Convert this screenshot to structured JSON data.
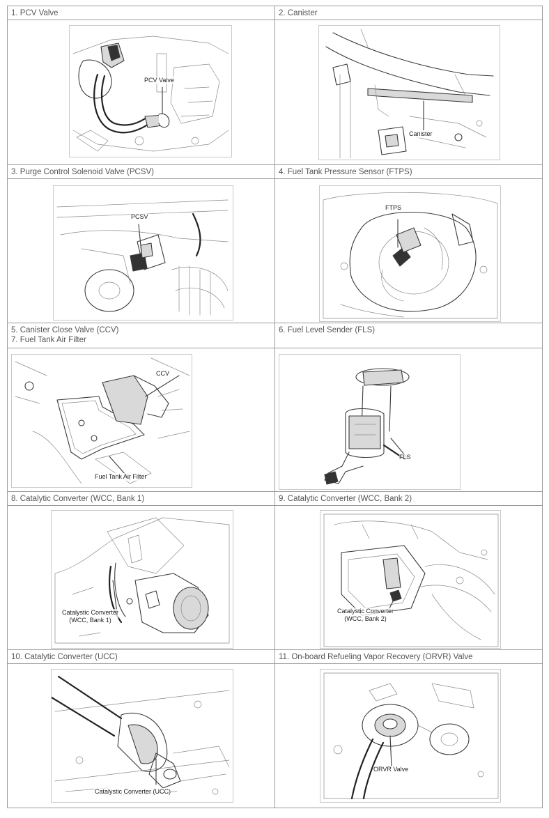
{
  "rows": [
    {
      "left": {
        "title_lines": [
          "1. PCV Valve"
        ],
        "callouts": [
          "PCV Valve"
        ]
      },
      "right": {
        "title_lines": [
          "2. Canister"
        ],
        "callouts": [
          "Canister"
        ]
      }
    },
    {
      "left": {
        "title_lines": [
          "3. Purge Control Solenoid Valve (PCSV)"
        ],
        "callouts": [
          "PCSV"
        ]
      },
      "right": {
        "title_lines": [
          "4. Fuel Tank Pressure Sensor (FTPS)"
        ],
        "callouts": [
          "FTPS"
        ]
      }
    },
    {
      "left": {
        "title_lines": [
          "5. Canister Close Valve (CCV)",
          "7. Fuel Tank Air Filter"
        ],
        "callouts": [
          "CCV",
          "Fuel Tank Air Filter"
        ]
      },
      "right": {
        "title_lines": [
          "6. Fuel Level Sender (FLS)"
        ],
        "callouts": [
          "FLS"
        ]
      }
    },
    {
      "left": {
        "title_lines": [
          "8. Catalytic Converter (WCC, Bank 1)"
        ],
        "callouts": [
          "Catalystic Converter",
          "(WCC, Bank 1)"
        ]
      },
      "right": {
        "title_lines": [
          "9. Catalytic Converter (WCC, Bank 2)"
        ],
        "callouts": [
          "Catalystic Converter",
          "(WCC, Bank 2)"
        ]
      }
    },
    {
      "left": {
        "title_lines": [
          "10. Catalytic Converter (UCC)"
        ],
        "callouts": [
          "Catalystic Converter (UCC)"
        ]
      },
      "right": {
        "title_lines": [
          "11. On-board Refueling Vapor Recovery (ORVR) Valve"
        ],
        "callouts": [
          "ORVR Valve"
        ]
      }
    }
  ]
}
